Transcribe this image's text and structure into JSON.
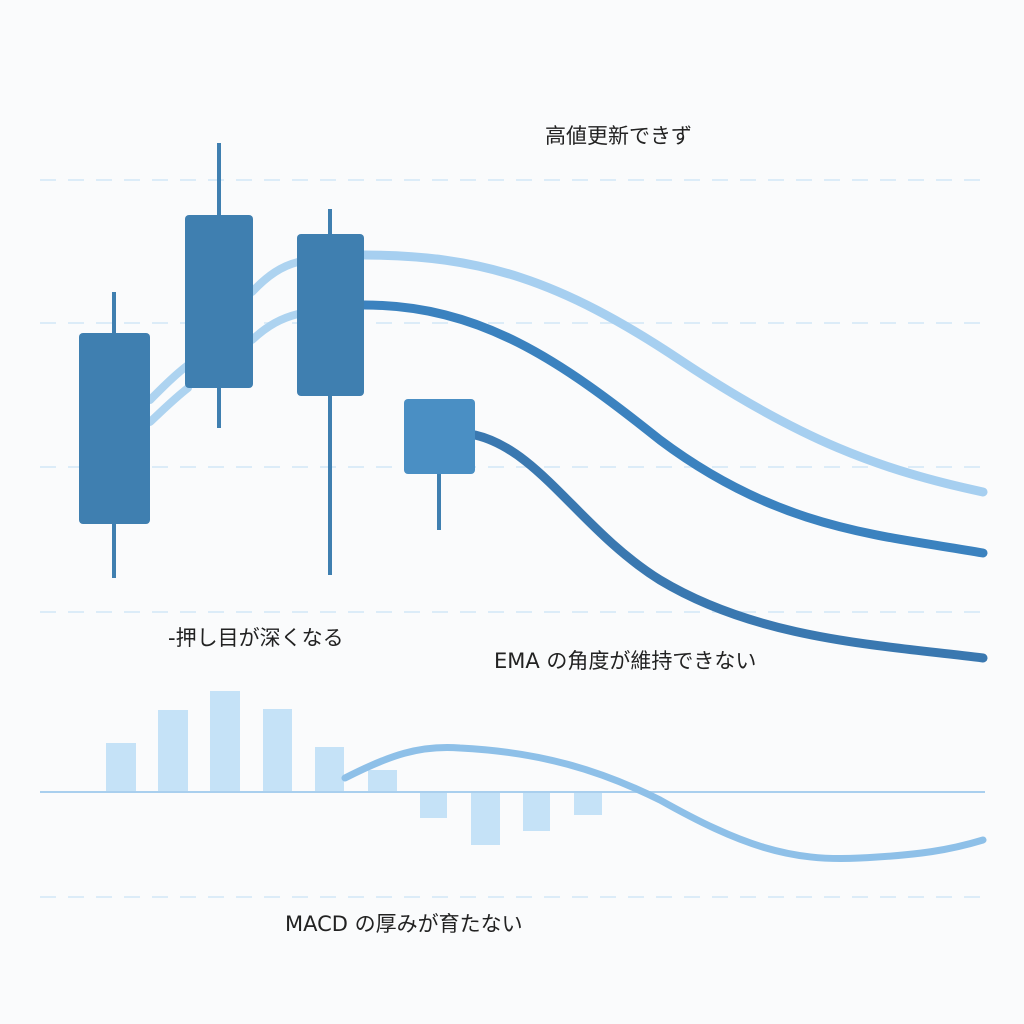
{
  "annotations": {
    "top": "高値更新できず",
    "pullback": "-押し目が深くなる",
    "ema": "EMA の角度が維持できない",
    "macd": "MACD の厚みが育たない"
  },
  "colors": {
    "candle": "#3f7fb0",
    "candle_last": "#4a8fc4",
    "ema_fast": "#add3f0",
    "ema_mid": "#3b82bf",
    "ema_slow": "#3a78b0",
    "histogram": "#c5e2f7",
    "macd_line": "#8ec0e8",
    "grid": "#dcecf8"
  }
}
